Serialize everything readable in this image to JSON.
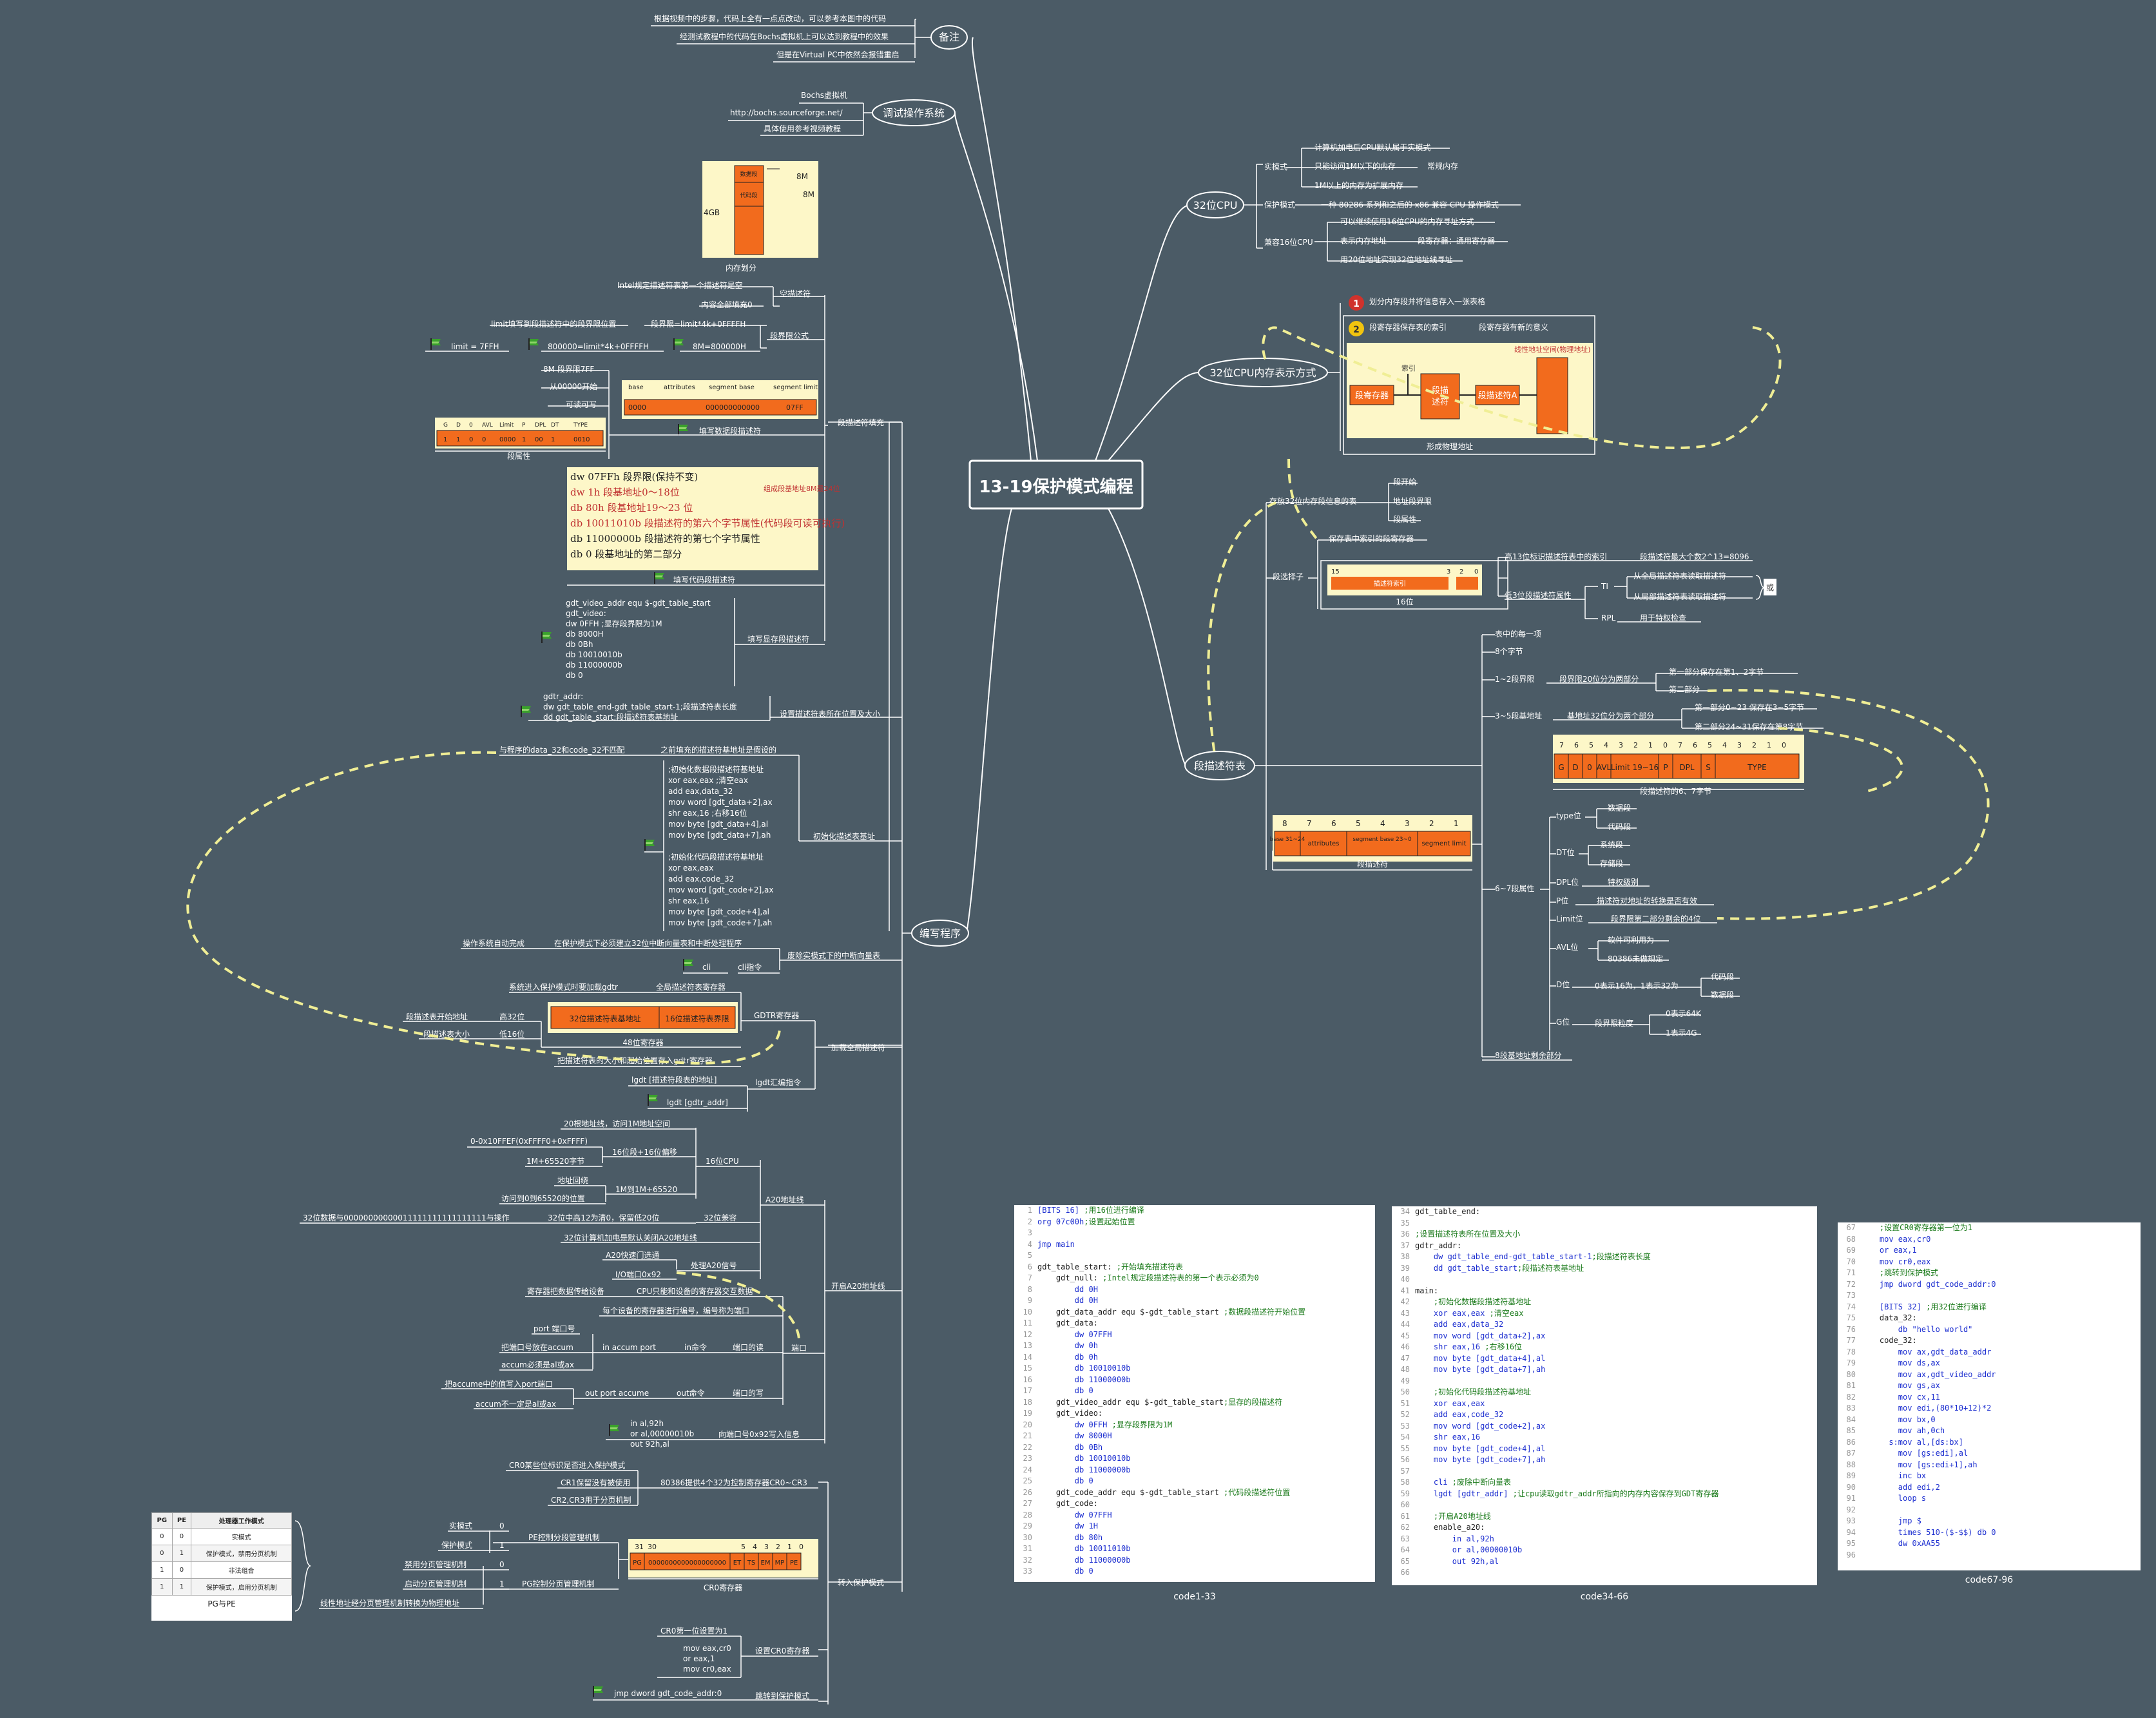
{
  "root": "13-19保护模式编程",
  "branches": {
    "beizhu": {
      "label": "备注",
      "items": [
        "根据视频中的步骤，代码上全有一点点改动，可以参考本图中的代码",
        "经测试教程中的代码在Bochs虚拟机上可以达到教程中的效果",
        "但是在Virtual PC中依然会报错重启"
      ]
    },
    "tiaoshi": {
      "label": "调试操作系统",
      "items": [
        "Bochs虚拟机",
        "http://bochs.sourceforge.net/",
        "具体使用参考视频教程"
      ]
    },
    "cpu32": {
      "label": "32位CPU",
      "real_mode": "实模式",
      "real_items": [
        "计算机加电后CPU默认属于实模式",
        "只能访问1M以下的内存",
        "常规内存",
        "1M以上的内存为扩展内存"
      ],
      "protect_mode": "保护模式",
      "protect_item": "一种 80286 系列和之后的 x86 兼容 CPU 操作模式",
      "compat_mode": "兼容16位CPU",
      "compat_items": [
        "可以继续使用16位CPU的内存寻址方式",
        "表示内存地址",
        "段寄存器：通用寄存器",
        "用20位地址实现32位地址线寻址"
      ]
    },
    "mem_repr": {
      "label": "32位CPU内存表示方式",
      "note1": "划分内存段并将信息存入一张表格",
      "note2": "段寄存器保存表的索引",
      "note3": "段寄存器有新的意义",
      "diagram_caption": "形成物理地址",
      "diagram_labels": [
        "段寄存器",
        "段描述符",
        "段描述符A",
        "线性地址空间(物理地址)",
        "索引"
      ]
    },
    "desc_table": {
      "label": "段描述符表",
      "store": "存放32位内存段信息的表",
      "store_items": [
        "段开始",
        "地址段界限",
        "段属性"
      ],
      "selector": "段选择子",
      "selector_note": "保存表中索引的段寄存器",
      "sel_high": "高13位标识描述符表中的索引",
      "sel_high_note": "段描述符最大个数2^13=8096",
      "sel_low": "低3位段描述符属性",
      "ti": "TI",
      "ti_items": [
        "从全局描述符表读取描述符",
        "从局部描述符表读取描述符"
      ],
      "rpl": "RPL",
      "rpl_item": "用于特权检查",
      "or": "或",
      "bit16": "16位",
      "selector_fields": [
        "15",
        "3",
        "2",
        "0",
        "描述符索引",
        "TI",
        "RPL"
      ],
      "entry": "表中的每一项",
      "b8": "8个字节",
      "b12": "1~2段界限",
      "b12_note": "段界限20位分为两部分",
      "b12_parts": [
        "第一部分保存在第1、2字节",
        "第二部分"
      ],
      "b35": "3~5段基地址",
      "b35_note": "基地址32位分为两个部分",
      "b35_parts": [
        "第一部分0~23 保存在3~5字节",
        "第二部分24~31保存在第8字节"
      ],
      "b67": "6~7段属性",
      "attr_caption": "段描述符的6、7字节",
      "attr_bits": [
        "7",
        "6",
        "5",
        "4",
        "3",
        "2",
        "1",
        "0",
        "7",
        "6",
        "5",
        "4",
        "3",
        "2",
        "1",
        "0"
      ],
      "attr_fields": [
        "G",
        "D",
        "0",
        "AVL",
        "Limit 19~16",
        "P",
        "DPL",
        "S",
        "TYPE"
      ],
      "type_label": "type位",
      "type_items": [
        "数据段",
        "代码段"
      ],
      "dt_label": "DT位",
      "dt_items": [
        "系统段",
        "存储段"
      ],
      "dpl_label": "DPL位",
      "dpl_item": "特权级别",
      "p_label": "P位",
      "p_item": "描述符对地址的转换是否有效",
      "limit_label": "Limit位",
      "limit_item": "段界限第二部分剩余的4位",
      "avl_label": "AVL位",
      "avl_items": [
        "软件可利用为",
        "80386未做规定"
      ],
      "d_label": "D位",
      "d_items": [
        "0表示16为，1表示32为",
        "代码段",
        "数据段"
      ],
      "g_label": "G位",
      "g_items": [
        "段界限粒度",
        "0表示64K",
        "1表示4G"
      ],
      "b8rest": "8段基地址剩余部分",
      "desc_caption": "段描述符",
      "desc_bytes": [
        "8",
        "7",
        "6",
        "5",
        "4",
        "3",
        "2",
        "1"
      ],
      "desc_fields": [
        "base 31~24",
        "attributes",
        "segment base 23~0",
        "segment limit"
      ]
    },
    "program": {
      "label": "编写程序",
      "fill": "段描述符填充",
      "mem_caption": "内存划分",
      "mem_labels": [
        "数据段",
        "代码段",
        "4GB",
        "8M",
        "8M"
      ],
      "empty": "空描述符",
      "empty_items": [
        "Intel规定描述符表第一个描述符是空",
        "内容全部填充0"
      ],
      "formula": "段界限公式",
      "formula_items": [
        "limit填写到段描述符中的段界限位置",
        "段界限=limit*4k+0FFFFH",
        "limit = 7FFH",
        "800000=limit*4k+0FFFFH",
        "8M=800000H"
      ],
      "data_fill": "填写数据段描述符",
      "data_fill_items": [
        "8M 段界限7FF",
        "从00000开始",
        "可读可写",
        "段属性"
      ],
      "desc_tbl": {
        "headers": [
          "base",
          "attributes",
          "segment base",
          "segment limit"
        ],
        "values": [
          "0000",
          "",
          "000000000000",
          "07FF"
        ]
      },
      "attr_tbl": {
        "headers": [
          "G",
          "D",
          "0",
          "AVL",
          "Limit",
          "P",
          "DPL",
          "DT",
          "TYPE"
        ],
        "values": [
          "1",
          "1",
          "0",
          "0",
          "0000",
          "1",
          "00",
          "1",
          "0010"
        ]
      },
      "code_fill": "填写代码段描述符",
      "code_note_lines": [
        "dw   07FFh          段界限(保持不变)",
        "dw   1h              段基地址0～18位",
        "db   80h             段基地址19～23 位",
        "db   10011010b   段描述符的第六个字节属性(代码段可读可执行)",
        "db   11000000b   段描述符的第七个字节属性",
        "db  0   段基地址的第二部分",
        "组成段基地址8M最24位"
      ],
      "video": "填写显存段描述符",
      "video_lines": [
        "gdt_video_addr equ $-gdt_table_start",
        "gdt_video:",
        "  dw 0FFH ;显存段界限为1M",
        "  db 8000H",
        "  db 0Bh",
        "  db 10010010b",
        "  db 11000000b",
        "  db 0"
      ],
      "set_table": "设置描述符表所在位置及大小",
      "set_table_lines": [
        "gdtr_addr:",
        "  dw gdt_table_end-gdt_table_start-1;段描述符表长度",
        "  dd gdt_table_start;段描述符表基地址"
      ],
      "init": "初始化描述表基址",
      "init_note1": "与程序的data_32和code_32不匹配",
      "init_note2": "之前填充的描述符基地址是假设的",
      "init_lines": [
        ";初始化数据段描述符基地址",
        "xor eax,eax ;清空eax",
        "add eax,data_32",
        "mov word [gdt_data+2],ax",
        "shr eax,16 ;右移16位",
        "mov byte [gdt_data+4],al",
        "mov byte [gdt_data+7],ah",
        "",
        ";初始化代码段描述符基地址",
        "xor eax,eax",
        "add eax,code_32",
        "mov word [gdt_code+2],ax",
        "shr eax,16",
        "mov byte [gdt_code+4],al",
        "mov byte [gdt_code+7],ah"
      ],
      "clear_int": "废除实模式下的中断向量表",
      "clear_int_note1": "操作系统自动完成",
      "clear_int_note2": "在保护模式下必须建立32位中断向量表和中断处理程序",
      "cli": "cli",
      "cli_cmd": "cli指令",
      "gdt_load": "加载全局描述符",
      "gdtr": "GDTR寄存器",
      "gdtr_note": "系统进入保护模式时要加载gdtr",
      "gdtr_note2": "全局描述符表寄存器",
      "gdtr_high": "段描述表开始地址",
      "gdtr_high_val": "高32位",
      "gdtr_low": "段描述表大小",
      "gdtr_low_val": "低16位",
      "gdtr_cells": [
        "32位描述符表基地址",
        "16位描述符表界限"
      ],
      "gdtr_caption": "48位寄存器",
      "gdtr_store": "把描述符表的大小和起始位置存入gdtr寄存器",
      "lgdt": "lgdt汇编指令",
      "lgdt_note": "lgdt [描述符段表的地址]",
      "lgdt_cmd": "lgdt [gdtr_addr]",
      "a20": "开启A20地址线",
      "a20_line": "A20地址线",
      "cpu16": "16位CPU",
      "cpu16_items": [
        "20根地址线，访问1M地址空间",
        "0-0x10FFEF(0xFFFF0+0xFFFF)",
        "16位段+16位偏移",
        "1M+65520字节",
        "地址回绕",
        "1M到1M+65520",
        "访问到0到65520的位置"
      ],
      "cpu32_compat": "32位兼容",
      "cpu32_items": [
        "32位数据与00000000000011111111111111111与操作",
        "32位中高12为清0，保留低20位",
        "32位计算机加电是默认关闭A20地址线",
        "A20快速门选通"
      ],
      "handle_a20": "处理A20信号",
      "port": "端口",
      "io_port": "I/O端口0x92",
      "port_items": [
        "寄存器把数据传给设备",
        "CPU只能和设备的寄存器交互数据",
        "每个设备的寄存器进行编号，编号称为端口",
        "port 端口号",
        "把端口号放在accum",
        "in accum port",
        "in命令",
        "端口的读",
        "accum必须是al或ax",
        "把accume中的值写入port端口",
        "out port accume",
        "out命令",
        "端口的写",
        "accum不一定是al或ax"
      ],
      "a20_code": [
        "in al,92h",
        "or al,00000010b",
        "out 92h,al"
      ],
      "a20_code_label": "向端口号0x92写入信息",
      "enter": "转入保护模式",
      "cr0": "CR0寄存器",
      "cr0_items": [
        "CR0某些位标识是否进入保护模式",
        "CR1保留没有被使用",
        "80386提供4个32为控制寄存器CR0~CR3",
        "CR2,CR3用于分页机制"
      ],
      "pe": "PE控制分段管理机制",
      "pe_items": [
        "实模式",
        "0",
        "保护模式",
        "1"
      ],
      "pg": "PG控制分页管理机制",
      "pg_items": [
        "禁用分页管理机制",
        "0",
        "启动分页管理机制",
        "1",
        "线性地址经分页管理机制转换为物理地址"
      ],
      "cr0_bits": [
        "31",
        "30",
        "5",
        "4",
        "3",
        "2",
        "1",
        "0"
      ],
      "cr0_cells": [
        "PG",
        "0000000000000000000",
        "ET",
        "TS",
        "EM",
        "MP",
        "PE"
      ],
      "pgpe_caption": "PG与PE",
      "pgpe_headers": [
        "PG",
        "PE",
        "处理器工作模式"
      ],
      "pgpe_rows": [
        [
          "0",
          "0",
          "实模式"
        ],
        [
          "0",
          "1",
          "保护模式，禁用分页机制"
        ],
        [
          "1",
          "0",
          "非法组合"
        ],
        [
          "1",
          "1",
          "保护模式，启用分页机制"
        ]
      ],
      "set_cr0": "设置CR0寄存器",
      "set_cr0_note": "CR0第一位设置为1",
      "set_cr0_code": [
        "mov eax,cr0",
        "or eax,1",
        "mov cr0,eax"
      ],
      "jump": "跳转到保护模式",
      "jump_cmd": "jmp dword gdt_code_addr:0"
    }
  },
  "code_panels": [
    {
      "caption": "code1-33",
      "lines": [
        [
          "1",
          "[BITS 16] ;用16位进行编译"
        ],
        [
          "2",
          "org 07c00h;设置起始位置"
        ],
        [
          "3",
          ""
        ],
        [
          "4",
          "jmp main"
        ],
        [
          "5",
          ""
        ],
        [
          "6",
          "gdt_table_start: ;开始填充描述符表"
        ],
        [
          "7",
          "    gdt_null: ;Intel规定段描述符表的第一个表示必须为0"
        ],
        [
          "8",
          "        dd 0H"
        ],
        [
          "9",
          "        dd 0H"
        ],
        [
          "10",
          "    gdt_data_addr equ $-gdt_table_start ;数据段描述符开始位置"
        ],
        [
          "11",
          "    gdt_data:"
        ],
        [
          "12",
          "        dw 07FFH"
        ],
        [
          "13",
          "        dw 0h"
        ],
        [
          "14",
          "        db 0h"
        ],
        [
          "15",
          "        db 10010010b"
        ],
        [
          "16",
          "        db 11000000b"
        ],
        [
          "17",
          "        db 0"
        ],
        [
          "18",
          "    gdt_video_addr equ $-gdt_table_start;显存的段描述符"
        ],
        [
          "19",
          "    gdt_video:"
        ],
        [
          "20",
          "        dw 0FFH ;显存段界限为1M"
        ],
        [
          "21",
          "        dw 8000H"
        ],
        [
          "22",
          "        db 0Bh"
        ],
        [
          "23",
          "        db 10010010b"
        ],
        [
          "24",
          "        db 11000000b"
        ],
        [
          "25",
          "        db 0"
        ],
        [
          "26",
          "    gdt_code_addr equ $-gdt_table_start ;代码段描述符位置"
        ],
        [
          "27",
          "    gdt_code:"
        ],
        [
          "28",
          "        dw 07FFH"
        ],
        [
          "29",
          "        dw 1H"
        ],
        [
          "30",
          "        db 80h"
        ],
        [
          "31",
          "        db 10011010b"
        ],
        [
          "32",
          "        db 11000000b"
        ],
        [
          "33",
          "        db 0"
        ]
      ]
    },
    {
      "caption": "code34-66",
      "lines": [
        [
          "34",
          "gdt_table_end:"
        ],
        [
          "35",
          ""
        ],
        [
          "36",
          ";设置描述符表所在位置及大小"
        ],
        [
          "37",
          "gdtr_addr:"
        ],
        [
          "38",
          "    dw gdt_table_end-gdt_table_start-1;段描述符表长度"
        ],
        [
          "39",
          "    dd gdt_table_start;段描述符表基地址"
        ],
        [
          "40",
          ""
        ],
        [
          "41",
          "main:"
        ],
        [
          "42",
          "    ;初始化数据段描述符基地址"
        ],
        [
          "43",
          "    xor eax,eax ;清空eax"
        ],
        [
          "44",
          "    add eax,data_32"
        ],
        [
          "45",
          "    mov word [gdt_data+2],ax"
        ],
        [
          "46",
          "    shr eax,16 ;右移16位"
        ],
        [
          "47",
          "    mov byte [gdt_data+4],al"
        ],
        [
          "48",
          "    mov byte [gdt_data+7],ah"
        ],
        [
          "49",
          ""
        ],
        [
          "50",
          "    ;初始化代码段描述符基地址"
        ],
        [
          "51",
          "    xor eax,eax"
        ],
        [
          "52",
          "    add eax,code_32"
        ],
        [
          "53",
          "    mov word [gdt_code+2],ax"
        ],
        [
          "54",
          "    shr eax,16"
        ],
        [
          "55",
          "    mov byte [gdt_code+4],al"
        ],
        [
          "56",
          "    mov byte [gdt_code+7],ah"
        ],
        [
          "57",
          ""
        ],
        [
          "58",
          "    cli ;废除中断向量表"
        ],
        [
          "59",
          "    lgdt [gdtr_addr] ;让cpu读取gdtr_addr所指向的内存内容保存到GDT寄存器"
        ],
        [
          "60",
          ""
        ],
        [
          "61",
          "    ;开启A20地址线"
        ],
        [
          "62",
          "    enable_a20:"
        ],
        [
          "63",
          "        in al,92h"
        ],
        [
          "64",
          "        or al,00000010b"
        ],
        [
          "65",
          "        out 92h,al"
        ],
        [
          "66",
          ""
        ]
      ]
    },
    {
      "caption": "code67-96",
      "lines": [
        [
          "67",
          "    ;设置CR0寄存器第一位为1"
        ],
        [
          "68",
          "    mov eax,cr0"
        ],
        [
          "69",
          "    or eax,1"
        ],
        [
          "70",
          "    mov cr0,eax"
        ],
        [
          "71",
          "    ;跳转到保护模式"
        ],
        [
          "72",
          "    jmp dword gdt_code_addr:0"
        ],
        [
          "73",
          ""
        ],
        [
          "74",
          "    [BITS 32] ;用32位进行编译"
        ],
        [
          "75",
          "    data_32:"
        ],
        [
          "76",
          "        db \"hello world\""
        ],
        [
          "77",
          "    code_32:"
        ],
        [
          "78",
          "        mov ax,gdt_data_addr"
        ],
        [
          "79",
          "        mov ds,ax"
        ],
        [
          "80",
          "        mov ax,gdt_video_addr"
        ],
        [
          "81",
          "        mov gs,ax"
        ],
        [
          "82",
          "        mov cx,11"
        ],
        [
          "83",
          "        mov edi,(80*10+12)*2"
        ],
        [
          "84",
          "        mov bx,0"
        ],
        [
          "85",
          "        mov ah,0ch"
        ],
        [
          "86",
          "      s:mov al,[ds:bx]"
        ],
        [
          "87",
          "        mov [gs:edi],al"
        ],
        [
          "88",
          "        mov [gs:edi+1],ah"
        ],
        [
          "89",
          "        inc bx"
        ],
        [
          "90",
          "        add edi,2"
        ],
        [
          "91",
          "        loop s"
        ],
        [
          "92",
          ""
        ],
        [
          "93",
          "        jmp $"
        ],
        [
          "94",
          "        times 510-($-$$) db 0"
        ],
        [
          "95",
          "        dw 0xAA55"
        ],
        [
          "96",
          ""
        ]
      ]
    }
  ],
  "colors": {
    "background": "#4b5b66",
    "orange": "#f26b1d",
    "note_bg": "#fdf7c8",
    "dash": "#f0ee95",
    "flag": "#3aa12c"
  }
}
